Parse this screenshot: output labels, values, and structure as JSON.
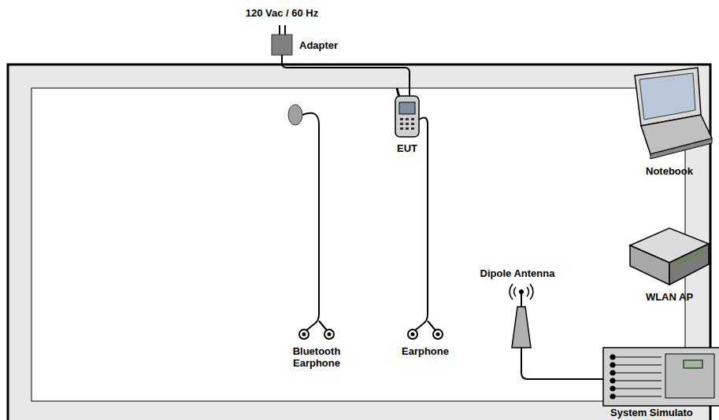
{
  "diagram": {
    "labels": [
      "120 Vac / 60 Hz",
      "Adapter",
      "EUT",
      "Notebook",
      "WLAN AP",
      "Dipole Antenna",
      "Bluetooth Earphone",
      "Earphone",
      "System Simulato"
    ]
  }
}
